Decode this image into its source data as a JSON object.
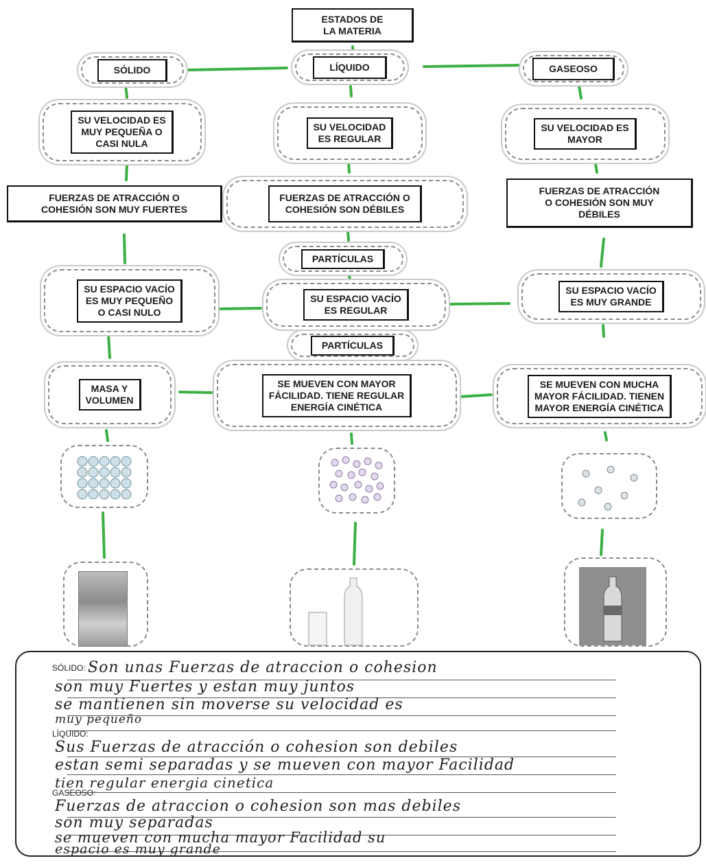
{
  "title": "ESTADOS DE\nLA MATERIA",
  "columns": {
    "solido": {
      "state": "SÓLIDO",
      "velocidad": "SU VELOCIDAD ES\nMUY PEQUEÑA O\nCASI NULA",
      "fuerzas": "FUERZAS DE ATRACCIÓN O\nCOHESIÓN SON MUY FUERTES",
      "espacio": "SU ESPACIO VACÍO\nES MUY PEQUEÑO\nO  CASI NULO",
      "movimiento": "MASA Y\nVOLUMEN"
    },
    "liquido": {
      "state": "LÍQUIDO",
      "velocidad": "SU VELOCIDAD\nES REGULAR",
      "fuerzas": "FUERZAS DE ATRACCIÓN O\nCOHESIÓN SON DÉBILES",
      "particulas_1": "PARTÍCULAS",
      "espacio": "SU ESPACIO VACÍO\nES REGULAR",
      "particulas_2": "PARTÍCULAS",
      "movimiento": "SE MUEVEN CON MAYOR\nFÁCILIDAD. TIENE REGULAR\nENERGÍA CINÉTICA"
    },
    "gaseoso": {
      "state": "GASEOSO",
      "velocidad": "SU VELOCIDAD ES\nMAYOR",
      "fuerzas": "FUERZAS DE ATRACCIÓN\nO COHESIÓN SON MUY\nDÉBILES",
      "espacio": "SU ESPACIO VACÍO\nES MUY GRANDE",
      "movimiento": "SE MUEVEN CON MUCHA\nMAYOR FÁCILIDAD. TIENEN\nMAYOR ENERGÍA CINÉTICA"
    }
  },
  "notes": {
    "solido_label": "SÓLIDO:",
    "solido_lines": [
      "Son unas Fuerzas de atraccion o cohesion",
      "son muy Fuertes y estan muy juntos",
      "se mantienen sin moverse su velocidad es",
      "muy pequeño"
    ],
    "liquido_label": "LÍQUIDO:",
    "liquido_lines": [
      "Sus Fuerzas de atracción o cohesion son debiles",
      "estan semi separadas y se mueven con mayor Facilidad",
      "tien regular energia cinetica"
    ],
    "gaseoso_label": "GASEOSO:",
    "gaseoso_lines": [
      "Fuerzas de atraccion o cohesion son mas debiles",
      "son muy separadas",
      "se mueven con mucha mayor Facilidad su",
      "espacio es muy grande"
    ]
  },
  "colors": {
    "connector": "#3cb043",
    "ink": "#111111"
  }
}
